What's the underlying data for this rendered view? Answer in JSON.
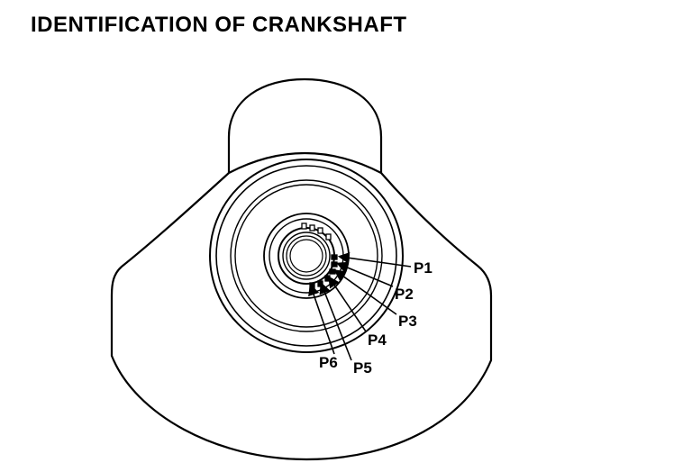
{
  "title": "IDENTIFICATION OF CRANKSHAFT",
  "labels": {
    "p1": "P1",
    "p2": "P2",
    "p3": "P3",
    "p4": "P4",
    "p5": "P5",
    "p6": "P6"
  },
  "marks": {
    "top_row": "0 0 0 0"
  },
  "colors": {
    "ink": "#000000",
    "paper": "#ffffff"
  }
}
